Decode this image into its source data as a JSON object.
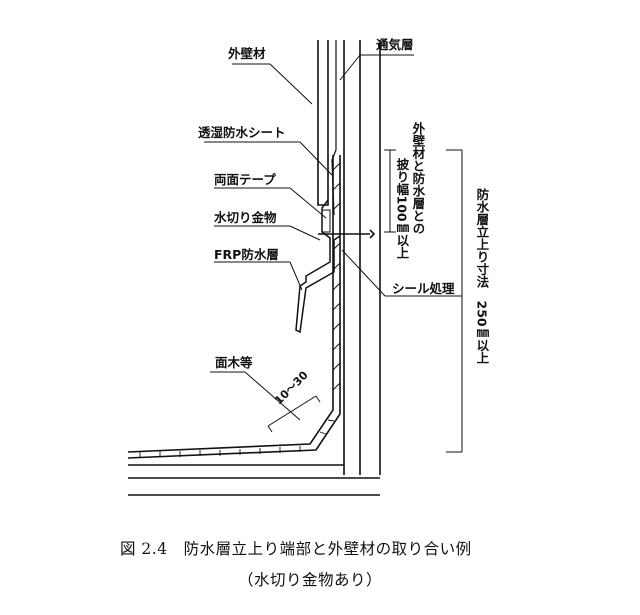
{
  "labels": {
    "outer_wall": "外壁材",
    "vent_layer": "通気層",
    "moisture_sheet": "透湿防水シート",
    "double_tape": "両面テープ",
    "flashing": "水切り金物",
    "frp_layer": "FRP防水層",
    "seal": "シール処理",
    "chamfer": "面木等"
  },
  "dimensions": {
    "chamfer_size": "10～30",
    "overlap_line1": "外壁材と防水層との",
    "overlap_line2": "披り幅100㎜以上",
    "upturn_total": "防水層立上り寸法　250㎜以上"
  },
  "caption": {
    "line1": "図 2.4　防水層立上り端部と外壁材の取り合い例",
    "line2": "（水切り金物あり）"
  }
}
